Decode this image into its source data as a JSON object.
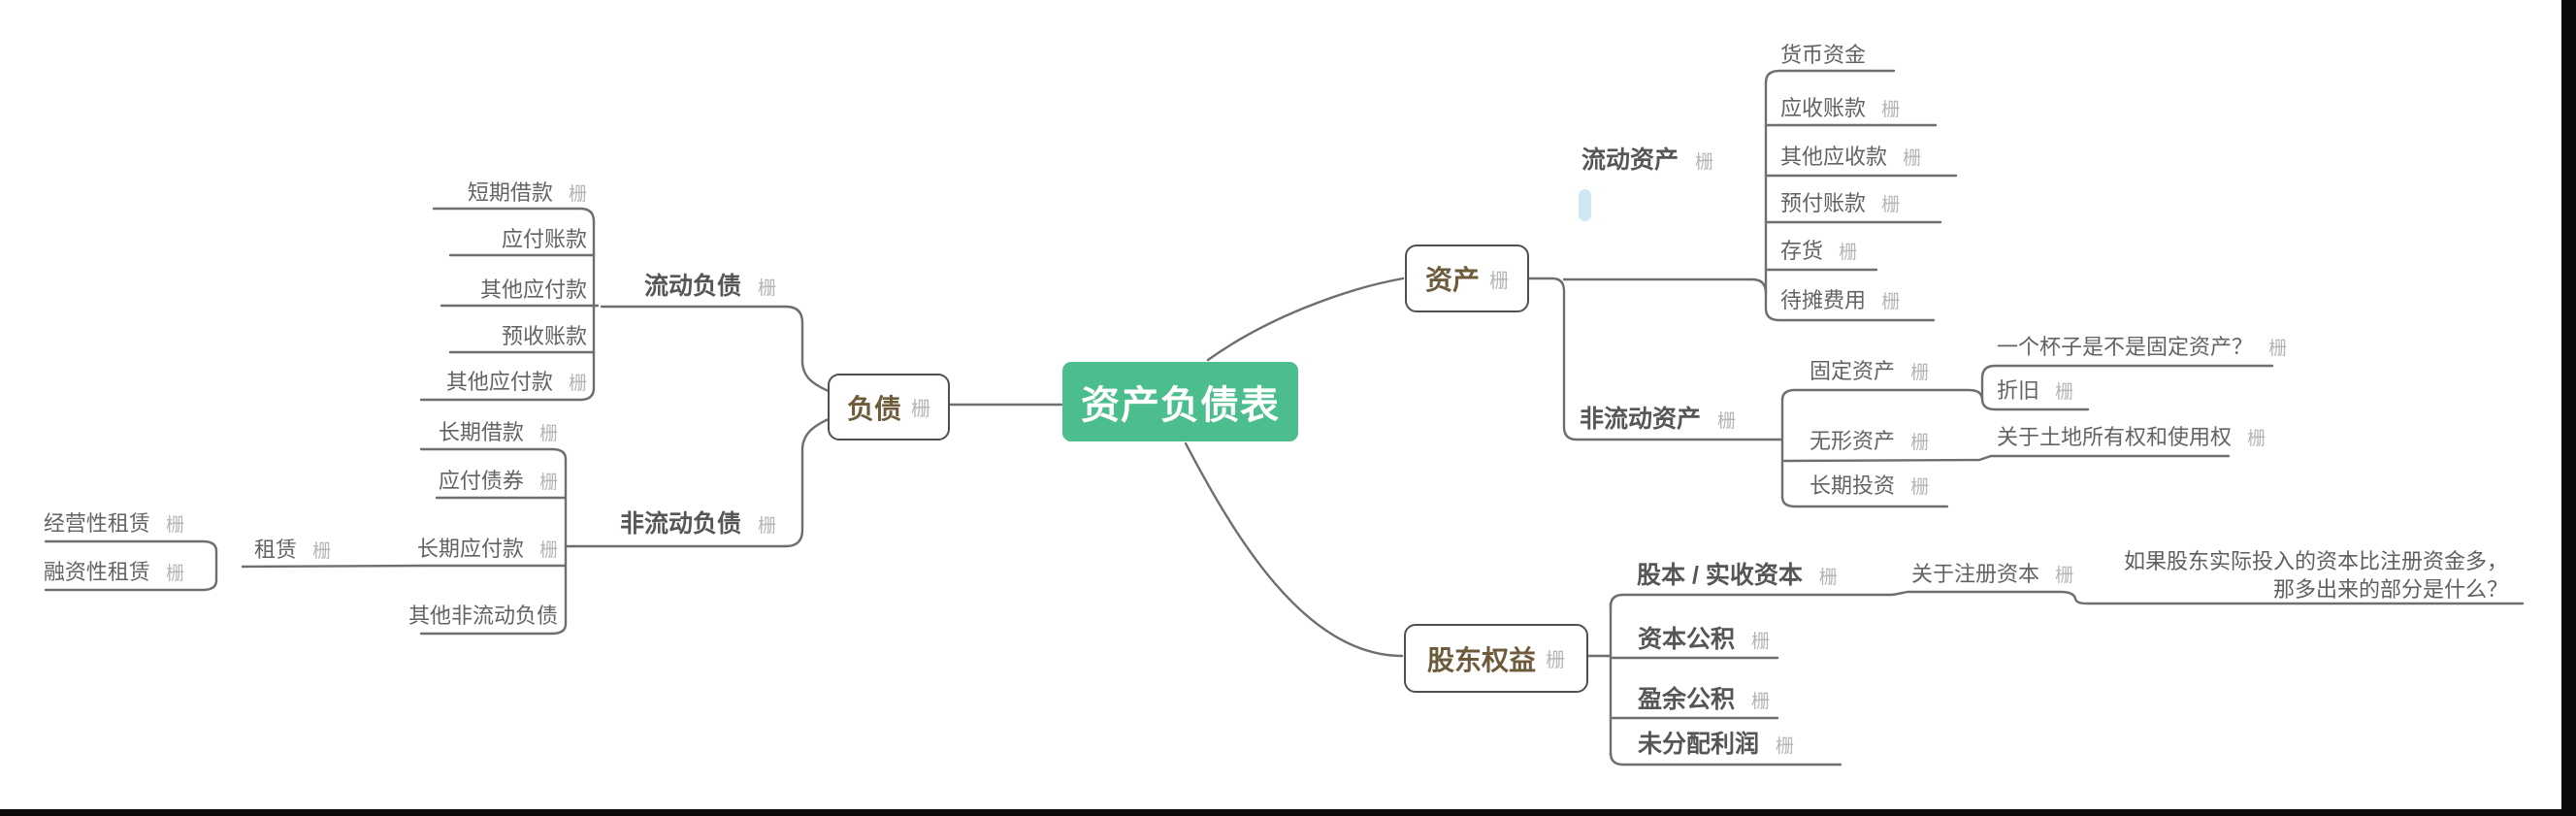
{
  "root": {
    "label": "资产负债表"
  },
  "marker_glyph": "栅",
  "colors": {
    "root_bg": "#4cbd8d",
    "root_text": "#ffffff",
    "box_border": "#4f4f4f",
    "box_text": "#6d5b3c",
    "line": "#6e6e6e",
    "bold_text": "#565656",
    "plain_text": "#636363",
    "marker": "#b5b5b5",
    "highlight_pill": "#cfe8f4",
    "edge_bar": "#0a0a0a"
  },
  "nodes": {
    "fuzhai": {
      "label": "负债"
    },
    "liudong_fuzhai": {
      "label": "流动负债"
    },
    "duanqi_jiekuan": {
      "label": "短期借款"
    },
    "yingfu_zhangkuan": {
      "label": "应付账款"
    },
    "qita_yingfukuan_a": {
      "label": "其他应付款"
    },
    "yushou_zhangkuan": {
      "label": "预收账款"
    },
    "qita_yingfukuan_b": {
      "label": "其他应付款"
    },
    "feiliudong_fuzhai": {
      "label": "非流动负债"
    },
    "changqi_jiekuan": {
      "label": "长期借款"
    },
    "yingfu_zhaiquan": {
      "label": "应付债券"
    },
    "changqi_yingfukuan": {
      "label": "长期应付款"
    },
    "qita_feiliudong_fuzhai": {
      "label": "其他非流动负债"
    },
    "zulin": {
      "label": "租赁"
    },
    "jingyingxing_zulin": {
      "label": "经营性租赁"
    },
    "rongzixing_zulin": {
      "label": "融资性租赁"
    },
    "zichan": {
      "label": "资产"
    },
    "liudong_zichan": {
      "label": "流动资产"
    },
    "huobi_zijin": {
      "label": "货币资金"
    },
    "yingshou_zhangkuan": {
      "label": "应收账款"
    },
    "qita_yingshoukuan": {
      "label": "其他应收款"
    },
    "yufu_zhangkuan": {
      "label": "预付账款"
    },
    "cunhuo": {
      "label": "存货"
    },
    "daitan_feiyong": {
      "label": "待摊费用"
    },
    "feiliudong_zichan": {
      "label": "非流动资产"
    },
    "guding_zichan": {
      "label": "固定资产"
    },
    "beizi_wenti": {
      "label": "一个杯子是不是固定资产？"
    },
    "zhejiu": {
      "label": "折旧"
    },
    "wuxing_zichan": {
      "label": "无形资产"
    },
    "tudi_quan": {
      "label": "关于土地所有权和使用权"
    },
    "changqi_touzi": {
      "label": "长期投资"
    },
    "gudong_quanyi": {
      "label": "股东权益"
    },
    "guben_shishou": {
      "label": "股本 / 实收资本"
    },
    "guanyu_zhuce_ziben": {
      "label": "关于注册资本"
    },
    "zhuce_note": {
      "line1": "如果股东实际投入的资本比注册资金多，",
      "line2": "那多出来的部分是什么？"
    },
    "ziben_gongji": {
      "label": "资本公积"
    },
    "yingyu_gongji": {
      "label": "盈余公积"
    },
    "weifenpei_lirun": {
      "label": "未分配利润"
    }
  }
}
